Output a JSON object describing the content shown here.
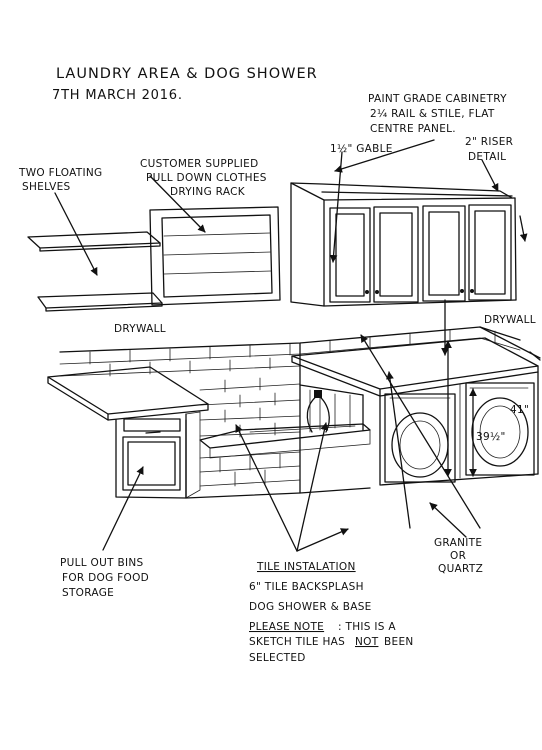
{
  "header": {
    "title": "LAUNDRY AREA & DOG SHOWER",
    "date": "7TH MARCH 2016."
  },
  "labels": {
    "cabinetry_line1": "PAINT GRADE CABINETRY",
    "cabinetry_line2": "2¼ RAIL & STILE, FLAT",
    "cabinetry_line3": "CENTRE PANEL.",
    "gable": "1½\" GABLE",
    "riser_line1": "2\" RISER",
    "riser_line2": "DETAIL",
    "shelves_line1": "TWO FLOATING",
    "shelves_line2": "SHELVES",
    "rack_line1": "CUSTOMER SUPPLIED",
    "rack_line2": "PULL DOWN CLOTHES",
    "rack_line3": "DRYING RACK",
    "drywall_left": "DRYWALL",
    "drywall_right": "DRYWALL",
    "height_41": "41\"",
    "height_39": "39½\"",
    "bins_line1": "PULL OUT BINS",
    "bins_line2": "FOR DOG FOOD",
    "bins_line3": "STORAGE",
    "tile_heading": "TILE INSTALATION",
    "tile_line1": "6\" TILE BACKSPLASH",
    "tile_line2": "DOG SHOWER & BASE",
    "note_prefix": "PLEASE NOTE",
    "note_line1": ": THIS IS A",
    "note_line2a": "SKETCH TILE HAS",
    "note_not": "NOT",
    "note_line2b": "BEEN",
    "note_line3": "SELECTED",
    "granite_line1": "GRANITE",
    "granite_line2": "OR",
    "granite_line3": "QUARTZ"
  }
}
